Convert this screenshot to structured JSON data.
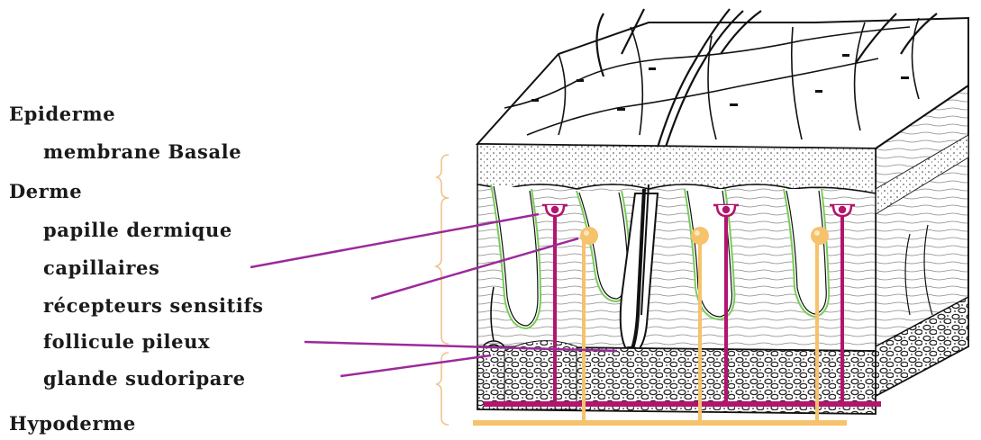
{
  "labels": {
    "epiderme": "Epiderme",
    "membrane_basale": "membrane Basale",
    "derme": "Derme",
    "papille_dermique": "papille dermique",
    "capillaires": "capillaires",
    "recepteurs_sensitifs": "récepteurs sensitifs",
    "follicule_pileux": "follicule pileux",
    "glande_sudoripare": "glande sudoripare",
    "hypoderme": "Hypoderme"
  },
  "colors": {
    "magenta": "#b3146e",
    "orange": "#f6c26b",
    "pointer": "#9b2a9b",
    "basal_membrane": "#7acb5a",
    "bracket": "#f1c38a",
    "ink": "#1a1a1a"
  },
  "icons": [
    "skin-block-illustration",
    "receptor-icon",
    "capillary-dot-icon"
  ]
}
